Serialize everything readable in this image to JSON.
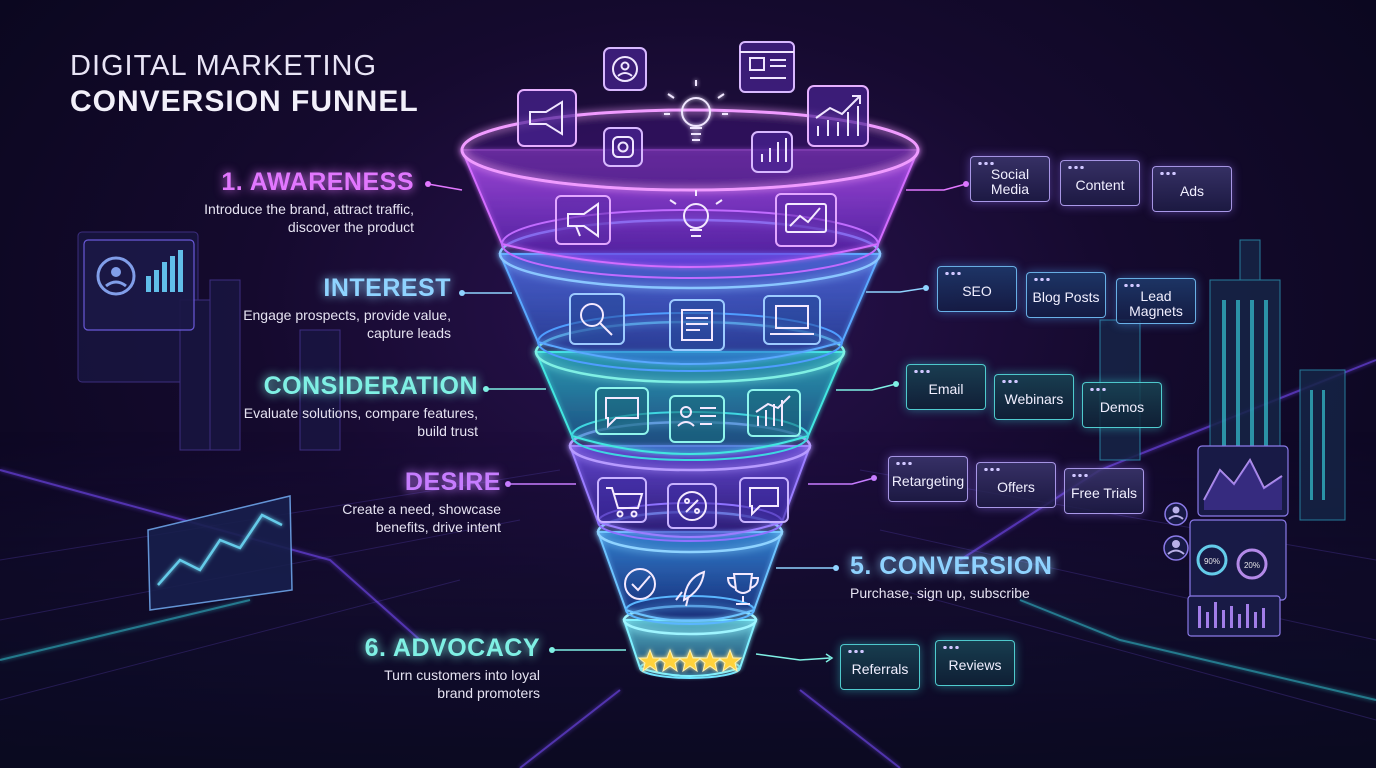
{
  "title": {
    "line1": "DIGITAL MARKETING",
    "line2": "CONVERSION FUNNEL"
  },
  "stages": [
    {
      "heading": "1. AWARENESS",
      "desc1": "Introduce the brand, attract traffic,",
      "desc2": "discover the product",
      "color": "#e277ff",
      "tags": [
        "Social Media",
        "Content",
        "Ads"
      ]
    },
    {
      "heading": "INTEREST",
      "desc1": "Engage prospects, provide value,",
      "desc2": "capture leads",
      "color": "#8fd3ff",
      "tags": [
        "SEO",
        "Blog Posts",
        "Lead Magnets"
      ]
    },
    {
      "heading": "CONSIDERATION",
      "desc1": "Evaluate solutions, compare features,",
      "desc2": "build trust",
      "color": "#7ff0e4",
      "tags": [
        "Email",
        "Webinars",
        "Demos"
      ]
    },
    {
      "heading": "DESIRE",
      "desc1": "Create a need, showcase",
      "desc2": "benefits, drive intent",
      "color": "#c77dff",
      "tags": [
        "Retargeting",
        "Offers",
        "Free Trials"
      ]
    },
    {
      "heading": "5. CONVERSION",
      "desc1": "Purchase, sign up, subscribe",
      "color": "#8fd3ff"
    },
    {
      "heading": "6. ADVOCACY",
      "desc1": "Turn customers into loyal",
      "desc2": "brand promoters",
      "color": "#7ff0e4",
      "tags": [
        "Referrals",
        "Reviews"
      ]
    }
  ],
  "dashboard_readouts": [
    "90%",
    "20%"
  ],
  "icons": {
    "awareness": [
      "megaphone-icon",
      "lightbulb-icon",
      "trend-monitor-icon"
    ],
    "interest": [
      "magnifier-icon",
      "newspaper-icon",
      "laptop-icon"
    ],
    "consideration": [
      "chat-icon",
      "profile-card-icon",
      "bar-chart-icon"
    ],
    "desire": [
      "cart-icon",
      "discount-badge-icon",
      "message-icon"
    ],
    "conversion": [
      "checkmark-icon",
      "rocket-icon",
      "trophy-icon"
    ],
    "advocacy": [
      "five-stars-icon"
    ],
    "floating": [
      "user-icon",
      "browser-window-icon",
      "instagram-icon",
      "lightbulb-icon",
      "bar-chart-icon",
      "growth-chart-icon"
    ]
  },
  "colors": {
    "magenta": "#d36cff",
    "violet": "#9b6bff",
    "blue": "#4fb4ff",
    "cyan": "#43e6e0",
    "star": "#ffd23a"
  }
}
